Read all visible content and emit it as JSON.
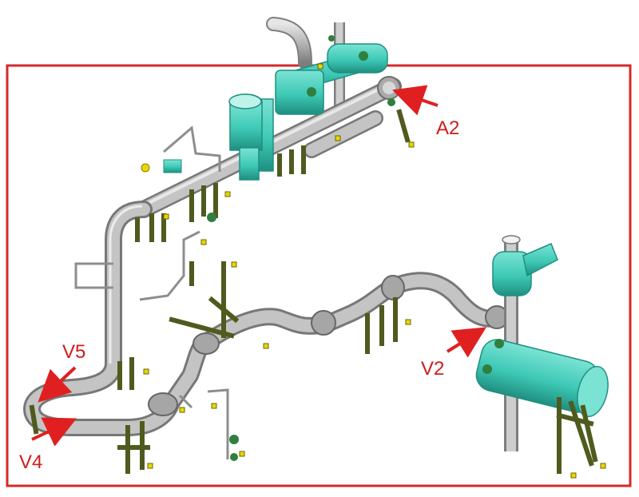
{
  "labels": {
    "a2": "A2",
    "v2": "V2",
    "v4": "V4",
    "v5": "V5"
  },
  "colors": {
    "frame": "#d42a2a",
    "arrow": "#e02020",
    "pipe": "#b8b8b8",
    "pipe_dark": "#7e7e7e",
    "equipment": "#3ec9b6",
    "equipment_dark": "#1f8f80",
    "support": "#4f5b1e",
    "tag": "#e8d800"
  }
}
